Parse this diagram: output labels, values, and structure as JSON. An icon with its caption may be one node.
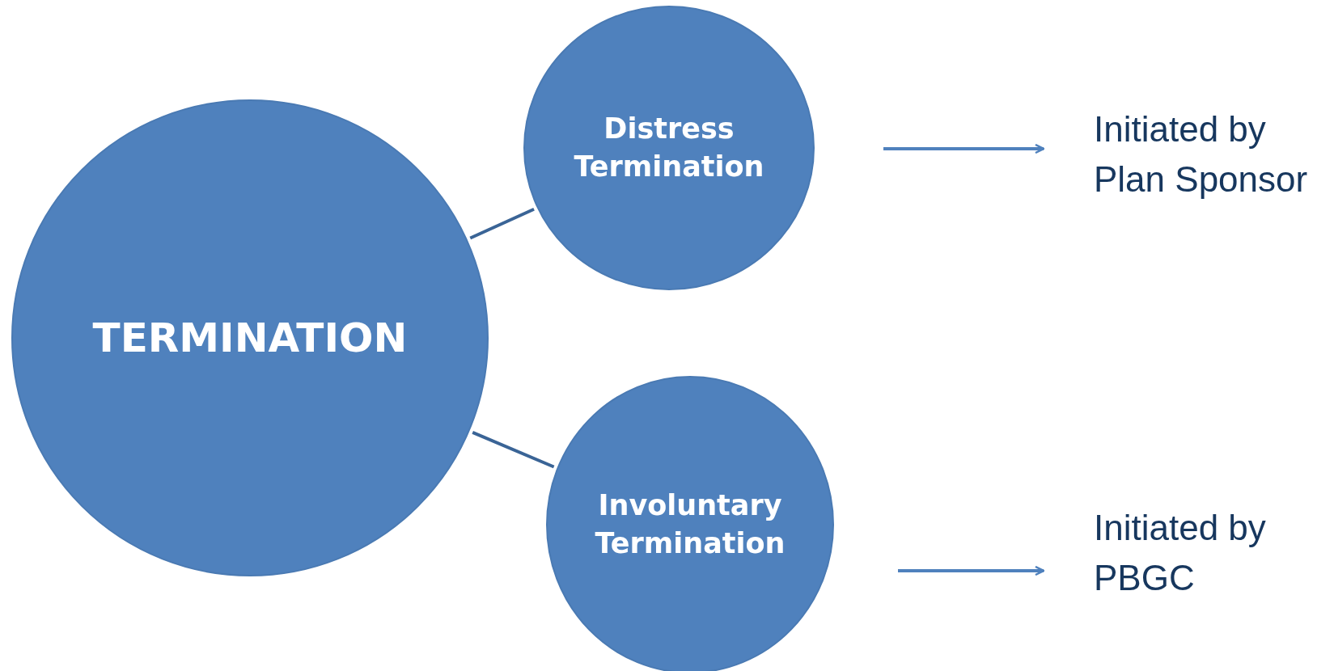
{
  "diagram": {
    "nodes": [
      {
        "text": [
          "TERMINATION"
        ]
      },
      {
        "text": [
          "Distress Termination"
        ]
      },
      {
        "text": [
          "Involuntary Termination"
        ]
      },
      {
        "text": [
          "Initiated by Plan Sponsor"
        ]
      },
      {
        "text": [
          "Initiated by PBGC"
        ]
      }
    ],
    "edges": [
      {
        "from": 0,
        "to": 1,
        "arrow": "none"
      },
      {
        "from": 0,
        "to": 2,
        "arrow": "none"
      },
      {
        "from": 1,
        "to": 3,
        "arrow": "to",
        "color": "#4f81bd"
      },
      {
        "from": 2,
        "to": 4,
        "arrow": "to",
        "color": "#4f81bd"
      }
    ]
  }
}
